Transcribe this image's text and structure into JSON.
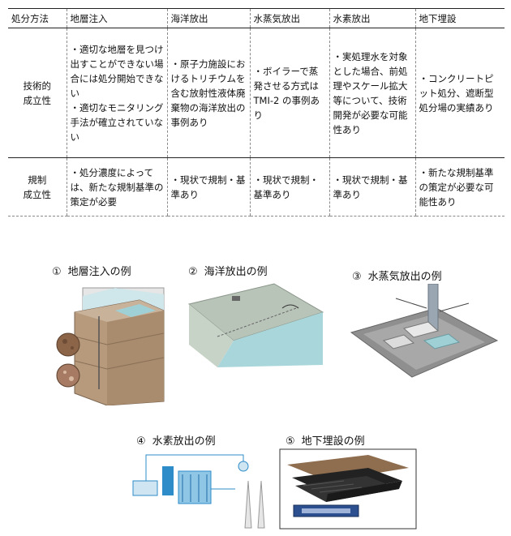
{
  "table": {
    "headers": [
      "処分方法",
      "地層注入",
      "海洋放出",
      "水蒸気放出",
      "水素放出",
      "地下埋設"
    ],
    "rows": [
      {
        "label": "技術的\n成立性",
        "cells": [
          "・適切な地層を見つけ出すことができない場合には処分開始できない\n・適切なモニタリング手法が確立されていない",
          "・原子力施設におけるトリチウムを含む放射性液体廃棄物の海洋放出の事例あり",
          "・ボイラーで蒸発させる方式はTMI-2 の事例あり",
          "・実処理水を対象とした場合、前処理やスケール拡大等について、技術開発が必要な可能性あり",
          "・コンクリートピット処分、遮断型処分場の実績あり"
        ]
      },
      {
        "label": "規制\n成立性",
        "cells": [
          "・処分濃度によっては、新たな規制基準の策定が必要",
          "・現状で規制・基準あり",
          "・現状で規制・基準あり",
          "・現状で規制・基準あり",
          "・新たな規制基準の策定が必要な可能性あり"
        ]
      }
    ]
  },
  "figures": [
    {
      "num": "①",
      "title": "地層注入の例"
    },
    {
      "num": "②",
      "title": "海洋放出の例"
    },
    {
      "num": "③",
      "title": "水蒸気放出の例"
    },
    {
      "num": "④",
      "title": "水素放出の例"
    },
    {
      "num": "⑤",
      "title": "地下埋設の例"
    }
  ],
  "colors": {
    "soil": "#b79a7c",
    "water": "#9fd0d6",
    "ground_gray": "#9a9a9a",
    "pipe_blue": "#2e8cc8",
    "burial_brown": "#8f6d4f"
  }
}
